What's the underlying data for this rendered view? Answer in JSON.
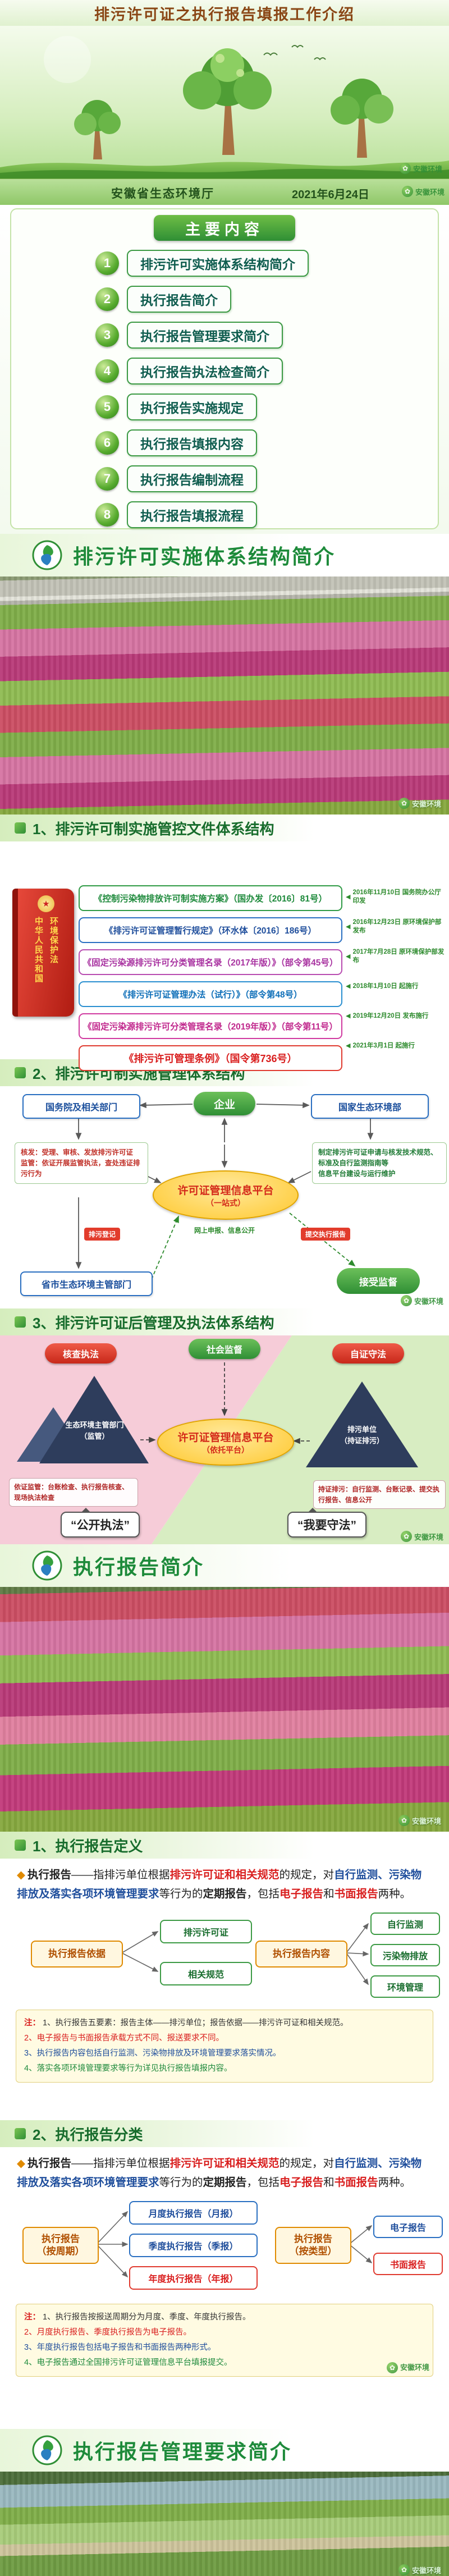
{
  "page": {
    "title": "排污许可证之执行报告填报工作介绍",
    "org": "安徽省生态环境厅",
    "date": "2021年6月24日",
    "watermark": "安徽环境"
  },
  "contents": {
    "header": "主要内容",
    "items": [
      {
        "num": "1",
        "label": "排污许可实施体系结构简介"
      },
      {
        "num": "2",
        "label": "执行报告简介"
      },
      {
        "num": "3",
        "label": "执行报告管理要求简介"
      },
      {
        "num": "4",
        "label": "执行报告执法检查简介"
      },
      {
        "num": "5",
        "label": "执行报告实施规定"
      },
      {
        "num": "6",
        "label": "执行报告填报内容"
      },
      {
        "num": "7",
        "label": "执行报告编制流程"
      },
      {
        "num": "8",
        "label": "执行报告填报流程"
      }
    ]
  },
  "section1": {
    "title": "排污许可实施体系结构简介",
    "files": {
      "title": "1、排污许可制实施管控文件体系结构",
      "book_star": "★",
      "book_line1": "中华人民共和国",
      "book_line2": "环境保护法",
      "docs": [
        {
          "label": "《控制污染物排放许可制实施方案》（国办发〔2016〕81号）",
          "date": "2016年11月10日 国务院办公厅印发"
        },
        {
          "label": "《排污许可证管理暂行规定》（环水体〔2016〕186号）",
          "date": "2016年12月23日 原环境保护部发布"
        },
        {
          "label": "《固定污染源排污许可分类管理名录（2017年版）》（部令第45号）",
          "date": "2017年7月28日 原环境保护部发布"
        },
        {
          "label": "《排污许可证管理办法（试行）》（部令第48号）",
          "date": "2018年1月10日 起施行"
        },
        {
          "label": "《固定污染源排污许可分类管理名录（2019年版）》（部令第11号）",
          "date": "2019年12月20日 发布施行"
        },
        {
          "label": "《排污许可管理条例》（国令第736号）",
          "date": "2021年3月1日 起施行"
        }
      ]
    },
    "platform": {
      "title": "2、排污许可制实施管理体系结构",
      "enterprise": "企业",
      "gov": "国务院及相关部门",
      "moee": "国家生态环境部",
      "left_func1": "核发：受理、审核、发放排污许可证",
      "left_func2": "监管：依证开展监管执法，查处违证排污行为",
      "right_func1": "制定排污许可证申请与核发技术规范、标准及自行监测指南等",
      "right_func2": "信息平台建设与运行维护",
      "platform_name": "许可证管理信息平台",
      "platform_sub": "（一站式）",
      "local": "省市生态环境主管部门",
      "tag_register": "排污登记",
      "tag_report": "提交执行报告",
      "declare": "网上申报、信息公开",
      "supervise": "接受监督"
    },
    "law": {
      "title": "3、排污许可证后管理及执法体系结构",
      "tag_left": "核查执法",
      "tag_center": "社会监督",
      "tag_right": "自证守法",
      "left_pyramid1": "生态环境主管部门",
      "left_pyramid2": "（监管）",
      "right_pyramid1": "排污单位",
      "right_pyramid2": "（持证排污）",
      "platform_name": "许可证管理信息平台",
      "platform_sub": "（依托平台）",
      "left_note": "依证监管：台账检查、执行报告核查、现场执法检查",
      "right_note": "持证排污：自行监测、台账记录、提交执行报告、信息公开",
      "bubble_left": "“公开执法”",
      "bubble_right": "“我要守法”"
    }
  },
  "section2": {
    "title": "执行报告简介",
    "definition": {
      "title": "1、执行报告定义",
      "para": {
        "bullet": "◆",
        "term": "执行报告",
        "d1": "——指排污单位根据",
        "h1": "排污许可证和相关规范",
        "d2": "的规定，对",
        "h2": "自行监测、污染物排放及落实各项环境管理要求",
        "d3": "等行为的",
        "h3": "定期报告",
        "d4": "，包括",
        "h4": "电子报告",
        "d5": "和",
        "h5": "书面报告",
        "d6": "两种。"
      },
      "basis_label": "执行报告依据",
      "basis_item1": "排污许可证",
      "basis_item2": "相关规范",
      "content_label": "执行报告内容",
      "content_item1": "自行监测",
      "content_item2": "污染物排放",
      "content_item3": "环境管理",
      "notes_title": "注：",
      "notes": [
        "1、执行报告五要素：报告主体——排污单位；报告依据——排污许可证和相关规范。",
        "2、电子报告与书面报告承载方式不同、报送要求不同。",
        "3、执行报告内容包括自行监测、污染物排放及环境管理要求落实情况。",
        "4、落实各项环境管理要求等行为详见执行报告填报内容。"
      ]
    },
    "classification": {
      "title": "2、执行报告分类",
      "para": {
        "bullet": "◆",
        "term": "执行报告",
        "d1": "——指排污单位根据",
        "h1": "排污许可证和相关规范",
        "d2": "的规定，对",
        "h2": "自行监测、污染物排放及落实各项环境管理要求",
        "d3": "等行为的",
        "h3": "定期报告",
        "d4": "，包括",
        "h4": "电子报告",
        "d5": "和",
        "h5": "书面报告",
        "d6": "两种。"
      },
      "period_label1": "执行报告",
      "period_label2": "（按周期）",
      "period_item1": "月度执行报告（月报）",
      "period_item2": "季度执行报告（季报）",
      "period_item3": "年度执行报告（年报）",
      "type_label1": "执行报告",
      "type_label2": "（按类型）",
      "type_item1": "电子报告",
      "type_item2": "书面报告",
      "notes_title": "注：",
      "notes": [
        "1、执行报告按报送周期分为月度、季度、年度执行报告。",
        "2、月度执行报告、季度执行报告为电子报告。",
        "3、年度执行报告包括电子报告和书面报告两种形式。",
        "4、电子报告通过全国排污许可证管理信息平台填报提交。"
      ]
    }
  },
  "section3": {
    "title": "执行报告管理要求简介"
  }
}
